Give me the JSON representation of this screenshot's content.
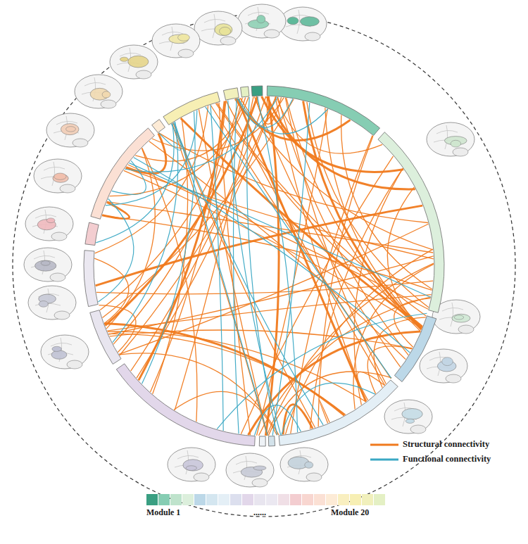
{
  "diagram": {
    "labels": [
      "Module 1",
      "......",
      "Module 20"
    ],
    "legend": [
      {
        "text": "Structural connectivity"
      },
      {
        "text": "Functional connectivity"
      }
    ]
  }
}
